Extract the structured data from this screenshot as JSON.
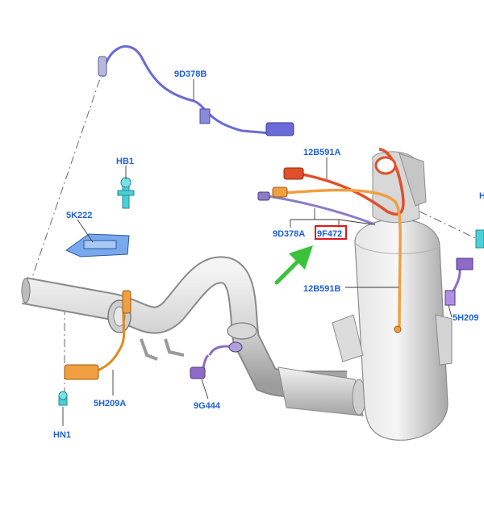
{
  "colors": {
    "label": "#1f5fd6",
    "highlight_box": "#e01818",
    "arrow": "#39c23a",
    "metal_light": "#ececec",
    "metal_mid": "#cfcfcf",
    "metal_dark": "#9a9a9a",
    "sensor_blue": "#6a6ad8",
    "sensor_red": "#e0502a",
    "sensor_orange": "#f0a040",
    "sensor_purple": "#8c6cc8",
    "clip_cyan": "#48d0d8"
  },
  "labels": {
    "9D378B": "9D378B",
    "12B591A": "12B591A",
    "HB1": "HB1",
    "5K222": "5K222",
    "9D378A": "9D378A",
    "9F472": "9F472",
    "12B591B": "12B591B",
    "5H209_right": "5H209",
    "5H209A": "5H209A",
    "9G444": "9G444",
    "HN1": "HN1",
    "H_partial": "H"
  },
  "highlight": {
    "part": "9F472",
    "indicator": "arrow-icon"
  }
}
